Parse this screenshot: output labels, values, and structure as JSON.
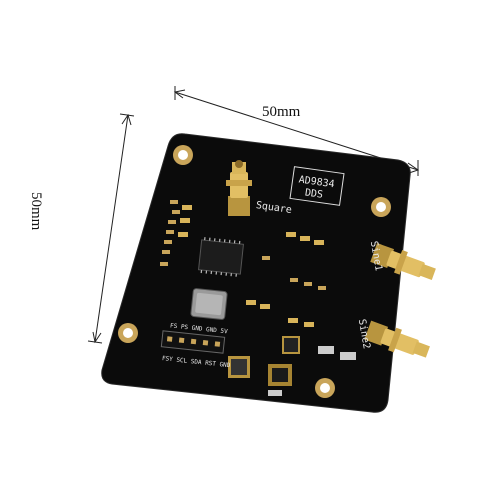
{
  "dimensions": {
    "width_label": "50mm",
    "height_label": "50mm"
  },
  "board": {
    "chip_label_line1": "AD9834",
    "chip_label_line2": "DDS",
    "square_label": "Square",
    "sine1_label": "Sine1",
    "sine2_label": "Sine2",
    "header_pins_top": "FS PS GND GND 5V",
    "header_pins_bottom": "FSY SCL SDA RST GND",
    "colors": {
      "pcb": "#0b0b0b",
      "copper": "#c9a55a",
      "gold": "#d8b45a"
    }
  }
}
